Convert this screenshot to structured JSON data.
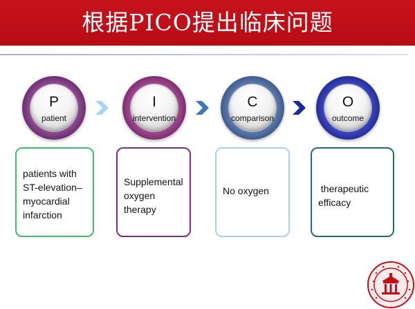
{
  "slide": {
    "title": "根据PICO提出临床问题"
  },
  "pico": [
    {
      "letter": "P",
      "word": "patient"
    },
    {
      "letter": "I",
      "word": "intervention"
    },
    {
      "letter": "C",
      "word": "comparison"
    },
    {
      "letter": "O",
      "word": "outcome"
    }
  ],
  "boxes": [
    {
      "text": "patients with ST-elevation–myocardial infarction"
    },
    {
      "text": "Supplemental oxygen therapy"
    },
    {
      "text": "No oxygen"
    },
    {
      "text": " therapeutic efficacy"
    }
  ],
  "colors": {
    "title_bar": "#c0101a",
    "ring_p": "#6b1f6f",
    "ring_i": "#7e2b6a",
    "ring_c": "#2e4a80",
    "ring_o": "#1a1f8a",
    "box_p": "#3dbf6a",
    "box_i": "#7b2b86",
    "box_c": "#a9d0ee",
    "box_o": "#1f6f6a",
    "arrow_light": "#a9d4f2",
    "arrow_mid": "#3e78b8",
    "arrow_dark": "#1b2a9a"
  },
  "icons": [
    "chevron-right-icon",
    "university-seal-logo"
  ]
}
